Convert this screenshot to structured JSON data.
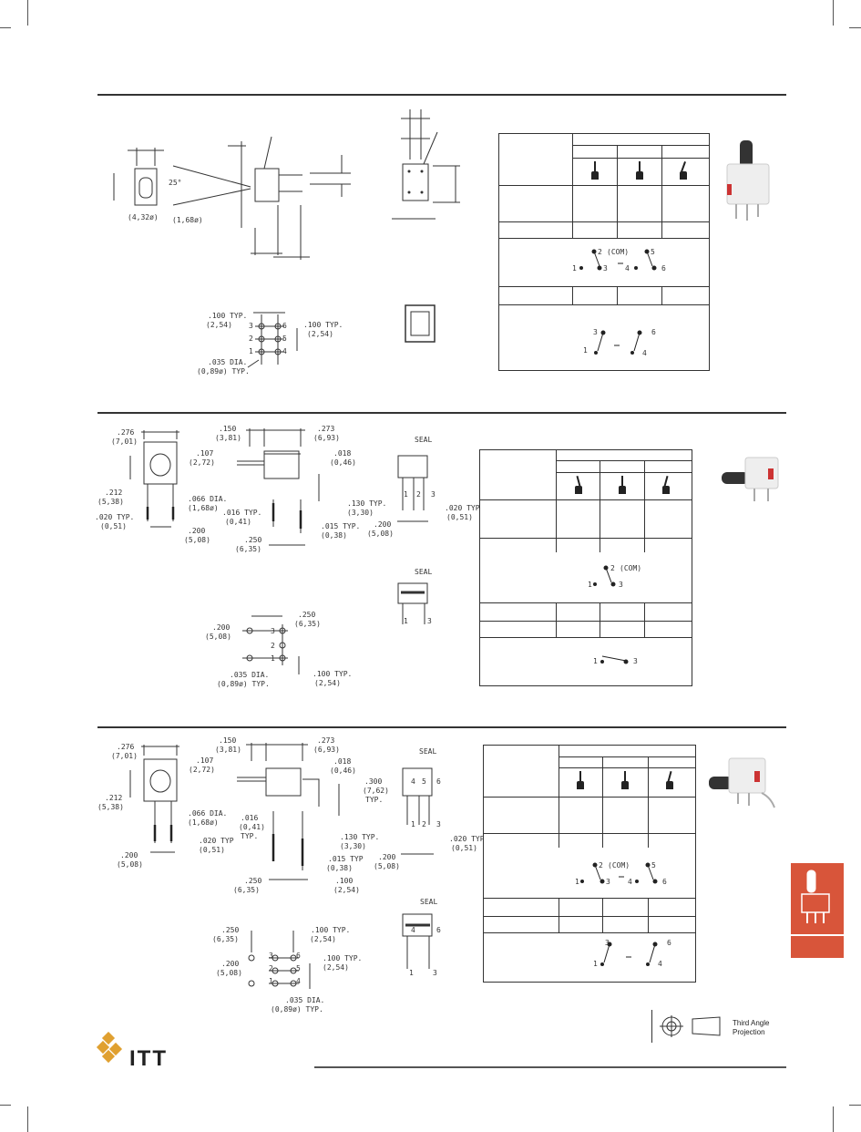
{
  "sections": {
    "s1": {
      "dims": {
        "d1": "(4,32ø)",
        "d2": "25°",
        "d3": "(1,68ø)",
        "hole1a": ".100  TYP.",
        "hole1b": "(2,54)",
        "hole2a": ".100 TYP.",
        "hole2b": "(2,54)",
        "dia_a": ".035 DIA.",
        "dia_b": "(0,89ø) TYP."
      },
      "pins": [
        "3",
        "6",
        "2",
        "5",
        "1",
        "4"
      ],
      "schem1": {
        "a": "2",
        "b": "(COM)",
        "c": "5",
        "d": "1",
        "e": "3",
        "f": "4",
        "g": "6"
      },
      "schem2": {
        "a": "3",
        "b": "6",
        "c": "1",
        "d": "4"
      }
    },
    "s2": {
      "dims": {
        "a1": ".276",
        "a2": "(7,01)",
        "b1": ".212",
        "b2": "(5,38)",
        "c1": ".020 TYP.",
        "c2": "(0,51)",
        "d1": ".200",
        "d2": "(5,08)",
        "e1": ".150",
        "e2": "(3,81)",
        "f1": ".273",
        "f2": "(6,93)",
        "g1": ".107",
        "g2": "(2,72)",
        "h1": ".018",
        "h2": "(0,46)",
        "i1": ".066 DIA.",
        "i2": "(1,68ø)",
        "j1": ".016 TYP.",
        "j2": "(0,41)",
        "k1": ".130 TYP.",
        "k2": "(3,30)",
        "l1": ".250",
        "l2": "(6,35)",
        "m1": ".015 TYP.",
        "m2": "(0,38)",
        "n1": ".200",
        "n2": "(5,08)",
        "o1": ".020 TYP.",
        "o2": "(0,51)",
        "seal": "SEAL",
        "p1": ".250",
        "p2": "(6,35)",
        "q1": ".200",
        "q2": "(5,08)",
        "r1": ".035 DIA.",
        "r2": "(0,89ø) TYP.",
        "s1": ".100 TYP.",
        "s2": "(2,54)"
      },
      "seal2": "SEAL",
      "pins": [
        "1",
        "2",
        "3"
      ],
      "schem1": {
        "a": "2",
        "b": "(COM)",
        "c": "1",
        "d": "3"
      },
      "schem2": {
        "a": "1",
        "b": "3"
      }
    },
    "s3": {
      "dims": {
        "a1": ".276",
        "a2": "(7,01)",
        "b1": ".212",
        "b2": "(5,38)",
        "c1": ".200",
        "c2": "(5,08)",
        "d1": ".020 TYP",
        "d2": "(0,51)",
        "e1": ".150",
        "e2": "(3,81)",
        "f1": ".273",
        "f2": "(6,93)",
        "g1": ".107",
        "g2": "(2,72)",
        "h1": ".018",
        "h2": "(0,46)",
        "i1": ".300",
        "i2": "(7,62)",
        "i3": "TYP.",
        "j1": ".066 DIA.",
        "j2": "(1,68ø)",
        "k1": ".016",
        "k2": "(0,41)",
        "k3": "TYP.",
        "l1": ".130 TYP.",
        "l2": "(3,30)",
        "m1": ".250",
        "m2": "(6,35)",
        "n1": ".015 TYP",
        "n2": "(0,38)",
        "o1": ".100",
        "o2": "(2,54)",
        "p1": ".200",
        "p2": "(5,08)",
        "q1": ".020 TYP",
        "q2": "(0,51)",
        "seal": "SEAL",
        "r1": ".250",
        "r2": "(6,35)",
        "s1": ".100  TYP.",
        "s2": "(2,54)",
        "t1": ".200",
        "t2": "(5,08)",
        "u1": ".100 TYP.",
        "u2": "(2,54)",
        "v1": ".035 DIA.",
        "v2": "(0,89ø) TYP."
      },
      "seal2": "SEAL",
      "pins_top": [
        "4",
        "5",
        "6"
      ],
      "pins_bot": [
        "1",
        "2",
        "3"
      ],
      "pins_side": [
        "6",
        "1",
        "3"
      ],
      "schem1": {
        "a": "2",
        "b": "(COM)",
        "c": "5",
        "d": "1",
        "e": "3",
        "f": "4",
        "g": "6"
      },
      "schem2": {
        "a": "3",
        "b": "6",
        "c": "1",
        "d": "4"
      },
      "hole_pins": [
        "3",
        "6",
        "2",
        "5",
        "1",
        "4"
      ]
    }
  },
  "footer": {
    "brand": "ITT",
    "projection1": "Third Angle",
    "projection2": "Projection"
  },
  "colors": {
    "tab": "#d8553a",
    "logo": "#e0a030"
  }
}
